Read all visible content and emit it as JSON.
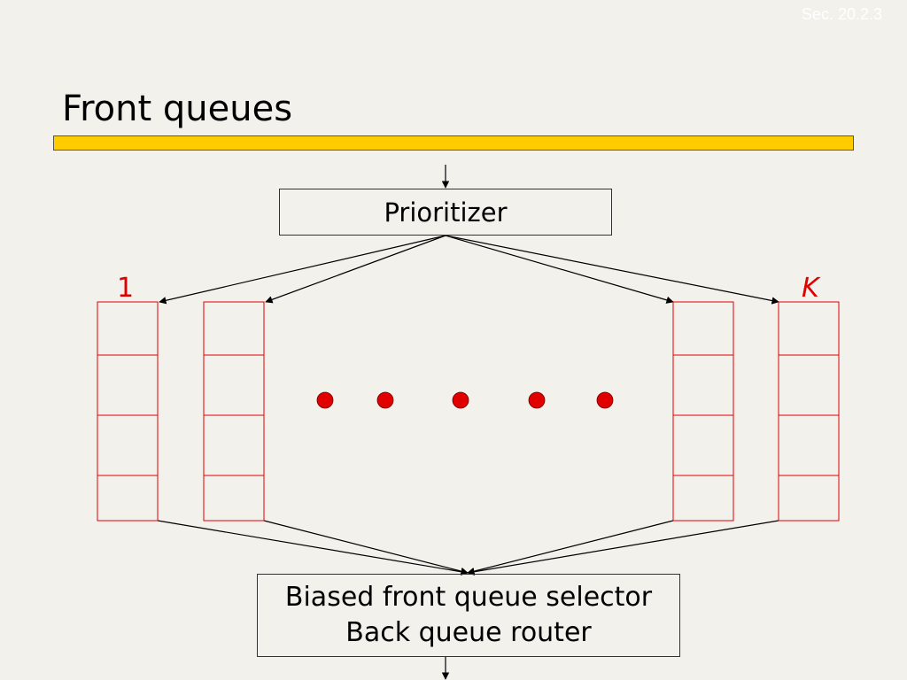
{
  "slide": {
    "section_ref": "Sec. 20.2.3",
    "title": "Front queues"
  },
  "diagram": {
    "prioritizer_label": "Prioritizer",
    "selector_label_line1": "Biased front queue selector",
    "selector_label_line2": "Back queue router",
    "first_queue_label": "1",
    "last_queue_label": "K",
    "queue_count_shown": 4,
    "slots_per_queue": 4,
    "ellipsis_dot_count": 5,
    "colors": {
      "title_bar": "#ffcc00",
      "queue_stroke": "#e00000",
      "dots": "#e00000",
      "label": "#e00000",
      "background": "#f3f1ec"
    }
  }
}
